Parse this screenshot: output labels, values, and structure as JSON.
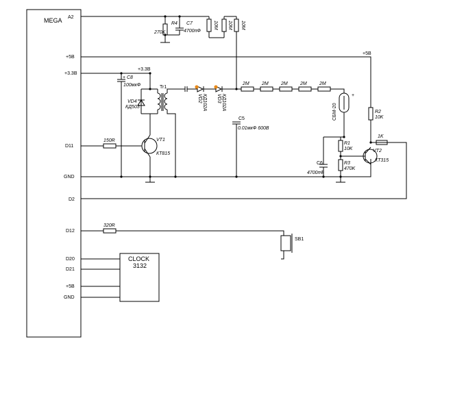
{
  "module": {
    "name": "MEGA"
  },
  "pins": {
    "a2": "A2",
    "p5": "+5B",
    "p33": "+3.3B",
    "d11": "D11",
    "gnd": "GND",
    "d2": "D2",
    "d12": "D12",
    "d20": "D20",
    "d21": "D21",
    "p5b": "+5B",
    "gnd2": "GND"
  },
  "rail_labels": {
    "p33": "+3.3B",
    "p5": "+5B"
  },
  "components": {
    "r4": {
      "ref": "R4",
      "value": "270K"
    },
    "c7": {
      "ref": "C7",
      "value": "4700пФ"
    },
    "r10m_1": {
      "value": "10M"
    },
    "r10m_2": {
      "value": "10M"
    },
    "r10m_3": {
      "value": "10M"
    },
    "c8": {
      "ref": "C8",
      "value": "100мкФ",
      "plus": "+"
    },
    "vd4": {
      "ref": "VD4",
      "value": "КД503"
    },
    "tr1": {
      "ref": "Tr1"
    },
    "vd2": {
      "ref": "VD2",
      "value": "КД102А"
    },
    "vd3": {
      "ref": "VD3",
      "value": "КД102А"
    },
    "chain": [
      "2M",
      "2M",
      "2M",
      "2M",
      "2M"
    ],
    "gm": {
      "ref": "СБМ-20",
      "plus": "+"
    },
    "c5": {
      "ref": "C5",
      "value": "0.01мкФ 600В"
    },
    "r150": {
      "value": "150R"
    },
    "vt1": {
      "ref": "VT1",
      "value": "КТ815"
    },
    "r2": {
      "ref": "R2",
      "value": "10K"
    },
    "r1": {
      "ref": "R1",
      "value": "10K"
    },
    "r3": {
      "ref": "R3",
      "value": "470K"
    },
    "c6": {
      "ref": "C6",
      "value": "4700пФ"
    },
    "r1k": {
      "value": "1K"
    },
    "vt2": {
      "ref": "VT2",
      "value": "КТ315"
    },
    "r320": {
      "value": "320R"
    },
    "sb1": {
      "ref": "SB1"
    },
    "clock": {
      "line1": "CLOCK",
      "line2": "3132"
    }
  }
}
